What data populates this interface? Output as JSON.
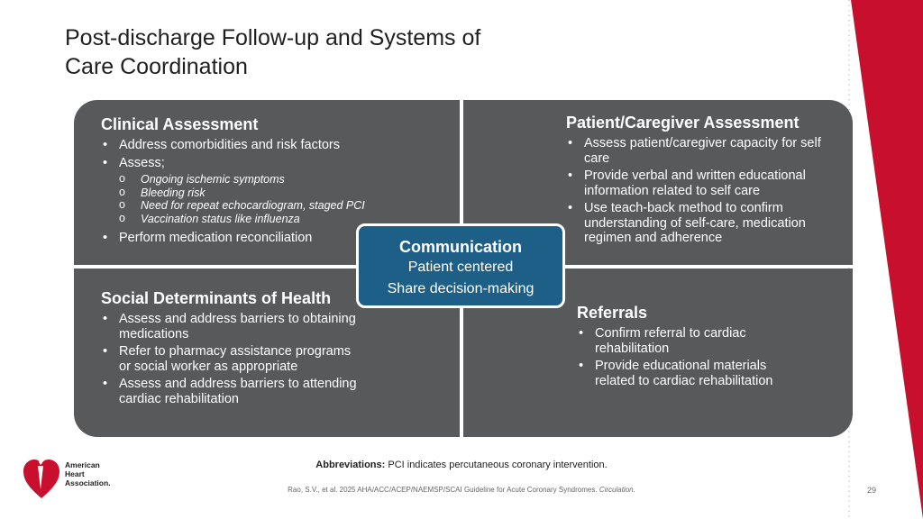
{
  "slide": {
    "title_line1": "Post-discharge Follow-up and Systems of",
    "title_line2": "Care Coordination",
    "page_number": "29"
  },
  "clinical": {
    "heading": "Clinical Assessment",
    "b1": "Address comorbidities and risk factors",
    "b2": "Assess;",
    "s1": "Ongoing ischemic symptoms",
    "s2": "Bleeding risk",
    "s3": "Need for repeat echocardiogram, staged PCI",
    "s4": "Vaccination status like influenza",
    "b3": "Perform medication reconciliation"
  },
  "patient": {
    "heading": "Patient/Caregiver Assessment",
    "b1": "Assess patient/caregiver capacity for self care",
    "b2": "Provide verbal and written educational information related to self care",
    "b3": "Use teach-back method to confirm understanding of self-care, medication regimen and adherence"
  },
  "social": {
    "heading": "Social Determinants of Health",
    "b1": "Assess and address barriers to obtaining medications",
    "b2": "Refer to pharmacy assistance programs or social worker as appropriate",
    "b3": "Assess and address barriers to attending cardiac rehabilitation"
  },
  "referrals": {
    "heading": "Referrals",
    "b1": "Confirm referral to cardiac rehabilitation",
    "b2": "Provide educational materials related to cardiac rehabilitation"
  },
  "communication": {
    "heading": "Communication",
    "line1": "Patient centered",
    "line2": "Share decision-making"
  },
  "footer": {
    "abbr_label": "Abbreviations:",
    "abbr_text": " PCI indicates percutaneous coronary intervention.",
    "citation": "Rao, S.V., et al. 2025 AHA/ACC/ACEP/NAEMSP/SCAI Guideline for Acute Coronary Syndromes.",
    "citation_journal": "Circulation."
  },
  "logo": {
    "line1": "American",
    "line2": "Heart",
    "line3": "Association."
  },
  "colors": {
    "panel": "#58595b",
    "communication": "#1e5f88",
    "accent": "#c8102e"
  },
  "icons": [
    "heart-torch-logo-icon"
  ]
}
